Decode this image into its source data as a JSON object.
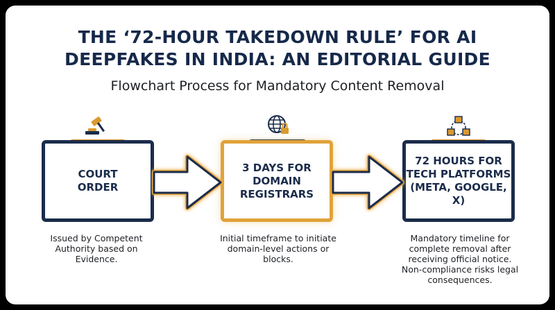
{
  "title": {
    "line1": "THE ‘72-HOUR TAKEDOWN RULE’ FOR AI",
    "line2": "DEEPFAKES IN INDIA: AN EDITORIAL GUIDE"
  },
  "subtitle": "Flowchart Process for Mandatory Content Removal",
  "steps": [
    {
      "icon": "gavel-icon",
      "label_lines": [
        "COURT",
        "ORDER"
      ],
      "desc_lines": [
        "Issued by Competent",
        "Authority based on",
        "Evidence."
      ]
    },
    {
      "icon": "globe-lock-icon",
      "label_lines": [
        "3 DAYS FOR",
        "DOMAIN",
        "REGISTRARS"
      ],
      "desc_lines": [
        "Initial timeframe to initiate",
        "domain-level actions or",
        "blocks."
      ]
    },
    {
      "icon": "network-cubes-icon",
      "label_lines": [
        "72 HOURS FOR",
        "TECH PLATFORMS",
        "(META, GOOGLE, X)"
      ],
      "desc_lines": [
        "Mandatory timeline for",
        "complete removal after",
        "receiving official notice.",
        "Non-compliance risks legal",
        "consequences."
      ]
    }
  ],
  "colors": {
    "navy": "#1b2c4b",
    "gold": "#d99a30",
    "background": "#ffffff"
  }
}
